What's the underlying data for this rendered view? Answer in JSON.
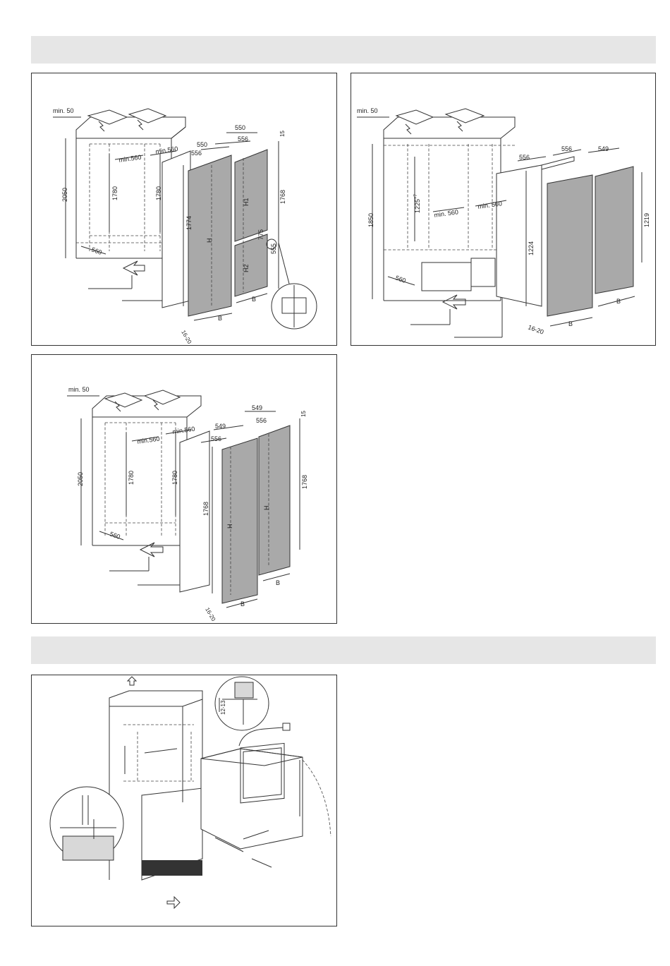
{
  "diagram_1": {
    "labels": {
      "min50": "min. 50",
      "h2050": "2050",
      "h1780a": "1780",
      "h1780b": "1780",
      "min560a": "min.560",
      "min560b": "min.560",
      "w560": "560",
      "w550a": "550",
      "w550b": "550",
      "w556a": "556",
      "w556b": "556",
      "t15": "15",
      "h1768": "1768",
      "h1774": "1774",
      "h775": "775",
      "h555": "555",
      "H": "H",
      "H1": "H1",
      "H2": "H2",
      "B1": "B",
      "B2": "B",
      "gap": "16-20"
    }
  },
  "diagram_2": {
    "labels": {
      "min50": "min. 50",
      "h1850": "1850",
      "h1225": "1225",
      "h1225sup": "+7",
      "min560a": "min. 560",
      "min560b": "min. 560",
      "w560": "560",
      "w556a": "556",
      "w556b": "556",
      "w549": "549",
      "h1224": "1224",
      "h1219": "1219",
      "B1": "B",
      "B2": "B",
      "gap": "16-20"
    }
  },
  "diagram_3": {
    "labels": {
      "min50": "min. 50",
      "h2050": "2050",
      "h1780a": "1780",
      "h1780b": "1780",
      "min560a": "min.560",
      "min560b": "min.560",
      "w560": "560",
      "w549a": "549",
      "w549b": "549",
      "w556a": "556",
      "w556b": "556",
      "t15": "15",
      "h1768a": "1768",
      "h1768b": "1768",
      "H1": "H",
      "H2": "H",
      "B1": "B",
      "B2": "B",
      "gap": "16-20"
    }
  },
  "diagram_4": {
    "labels": {
      "h1213": "12-13"
    }
  }
}
